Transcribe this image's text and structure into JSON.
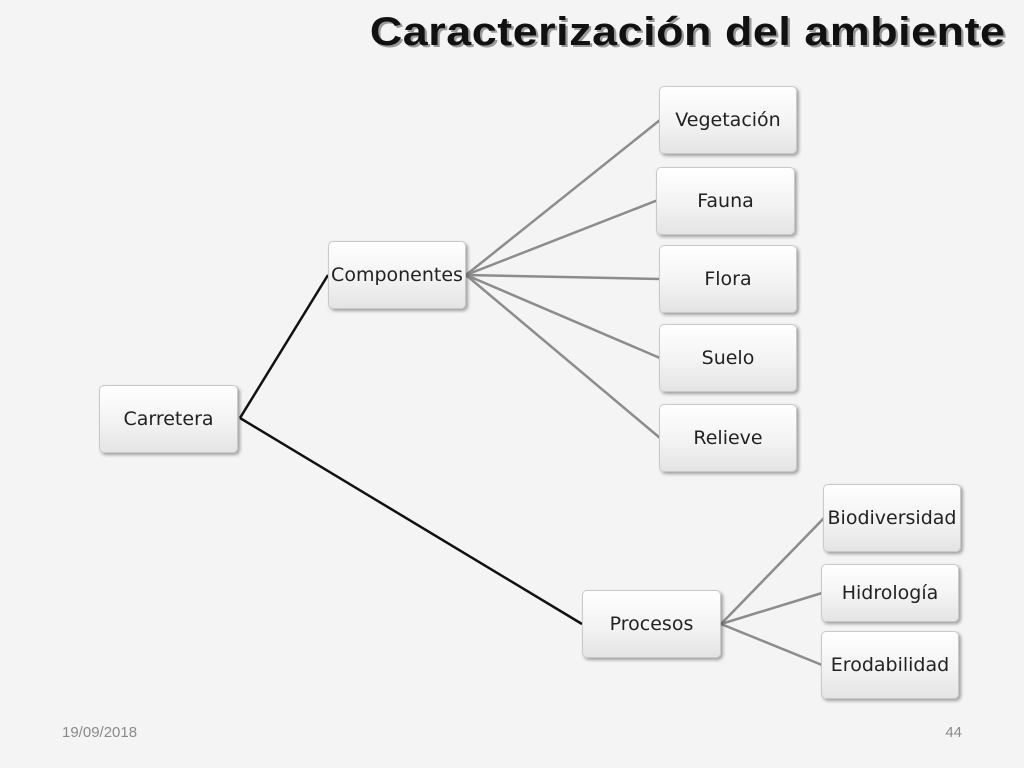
{
  "title": "Caracterización del ambiente",
  "diagram": {
    "root": "Carretera",
    "branches": [
      {
        "label": "Componentes",
        "children": [
          "Vegetación",
          "Fauna",
          "Flora",
          "Suelo",
          "Relieve"
        ]
      },
      {
        "label": "Procesos",
        "children": [
          "Biodiversidad",
          "Hidrología",
          "Erodabilidad"
        ]
      }
    ]
  },
  "footer": {
    "date": "19/09/2018",
    "page": "44"
  },
  "colors": {
    "primary_connector": "#111111",
    "secondary_connector": "#8c8c8c",
    "background": "#f4f4f4"
  }
}
